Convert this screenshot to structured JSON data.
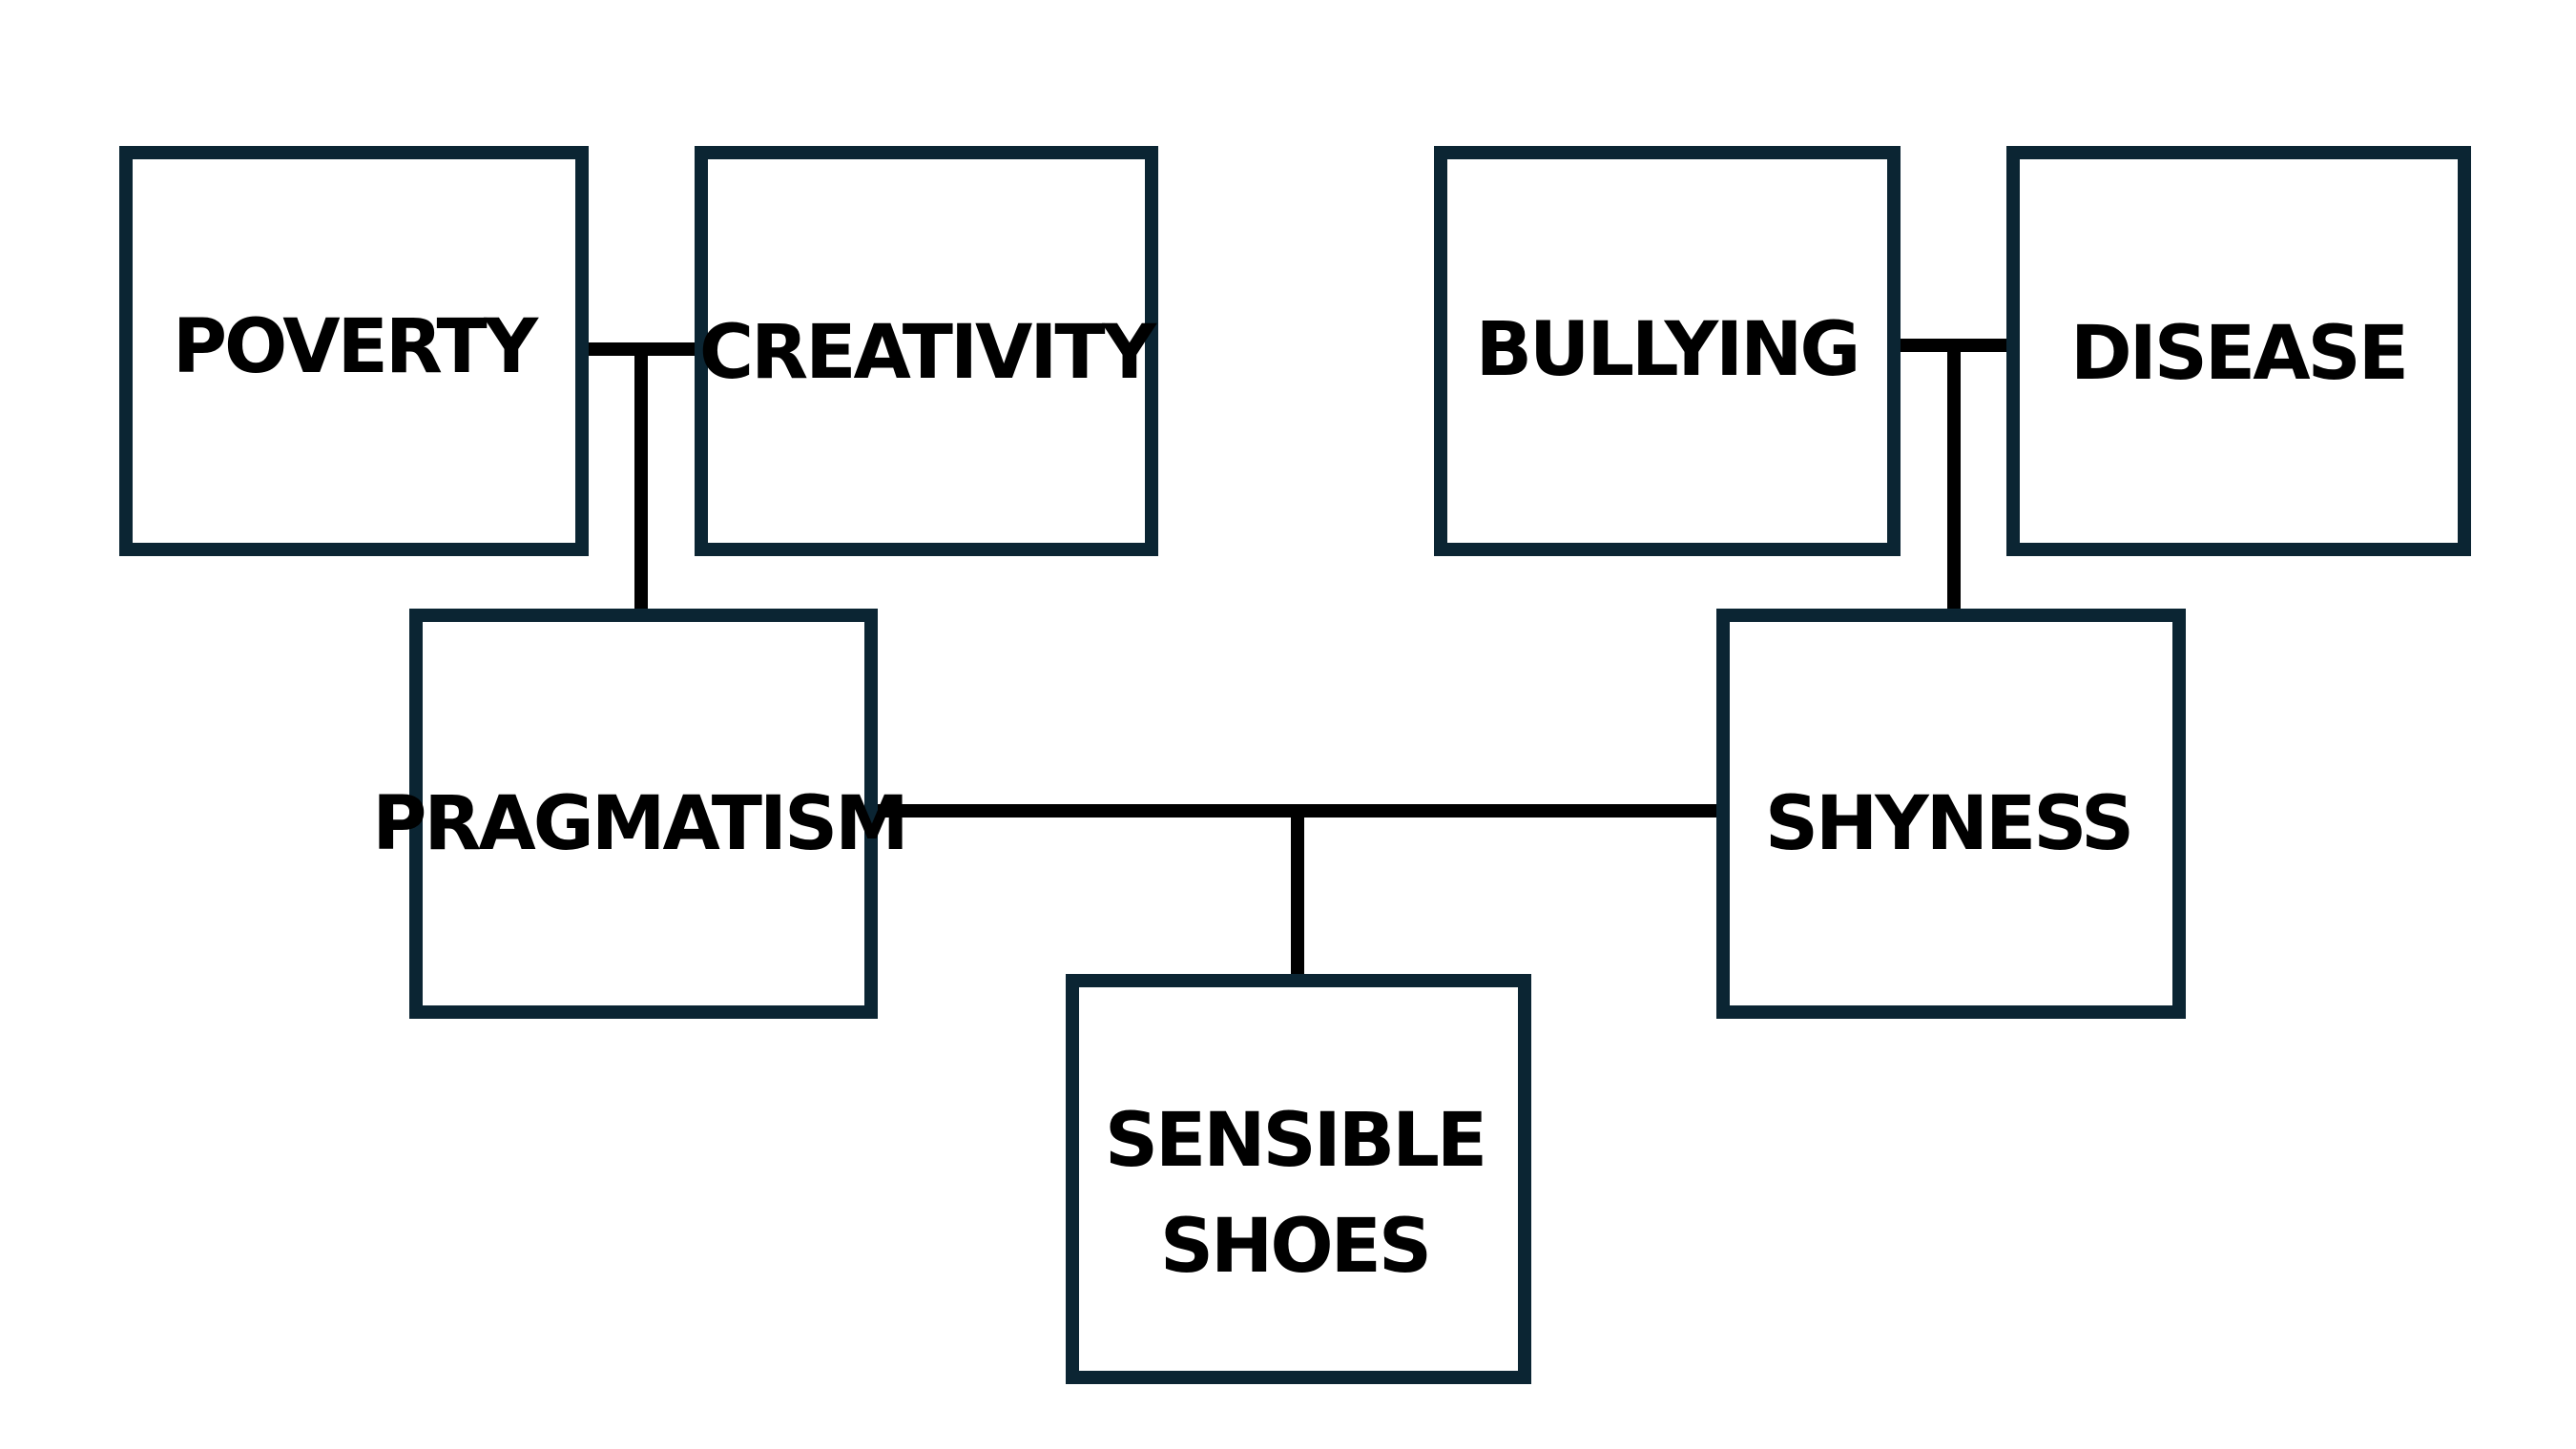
{
  "colors": {
    "box_stroke": "#0b2533",
    "connector": "#000000",
    "text": "#000000",
    "background": "#ffffff"
  },
  "nodes": {
    "poverty": {
      "lines": [
        "POVERTY"
      ]
    },
    "creativity": {
      "lines": [
        "CREATIVITY"
      ]
    },
    "bullying": {
      "lines": [
        "BULLYING"
      ]
    },
    "disease": {
      "lines": [
        "DISEASE"
      ]
    },
    "pragmatism": {
      "lines": [
        "PRAGMATISM"
      ]
    },
    "shyness": {
      "lines": [
        "SHYNESS"
      ]
    },
    "sensible_shoes": {
      "lines": [
        "SENSIBLE",
        "SHOES"
      ]
    }
  },
  "edges": [
    {
      "parents": [
        "poverty",
        "creativity"
      ],
      "child": "pragmatism"
    },
    {
      "parents": [
        "bullying",
        "disease"
      ],
      "child": "shyness"
    },
    {
      "parents": [
        "pragmatism",
        "shyness"
      ],
      "child": "sensible_shoes"
    }
  ]
}
